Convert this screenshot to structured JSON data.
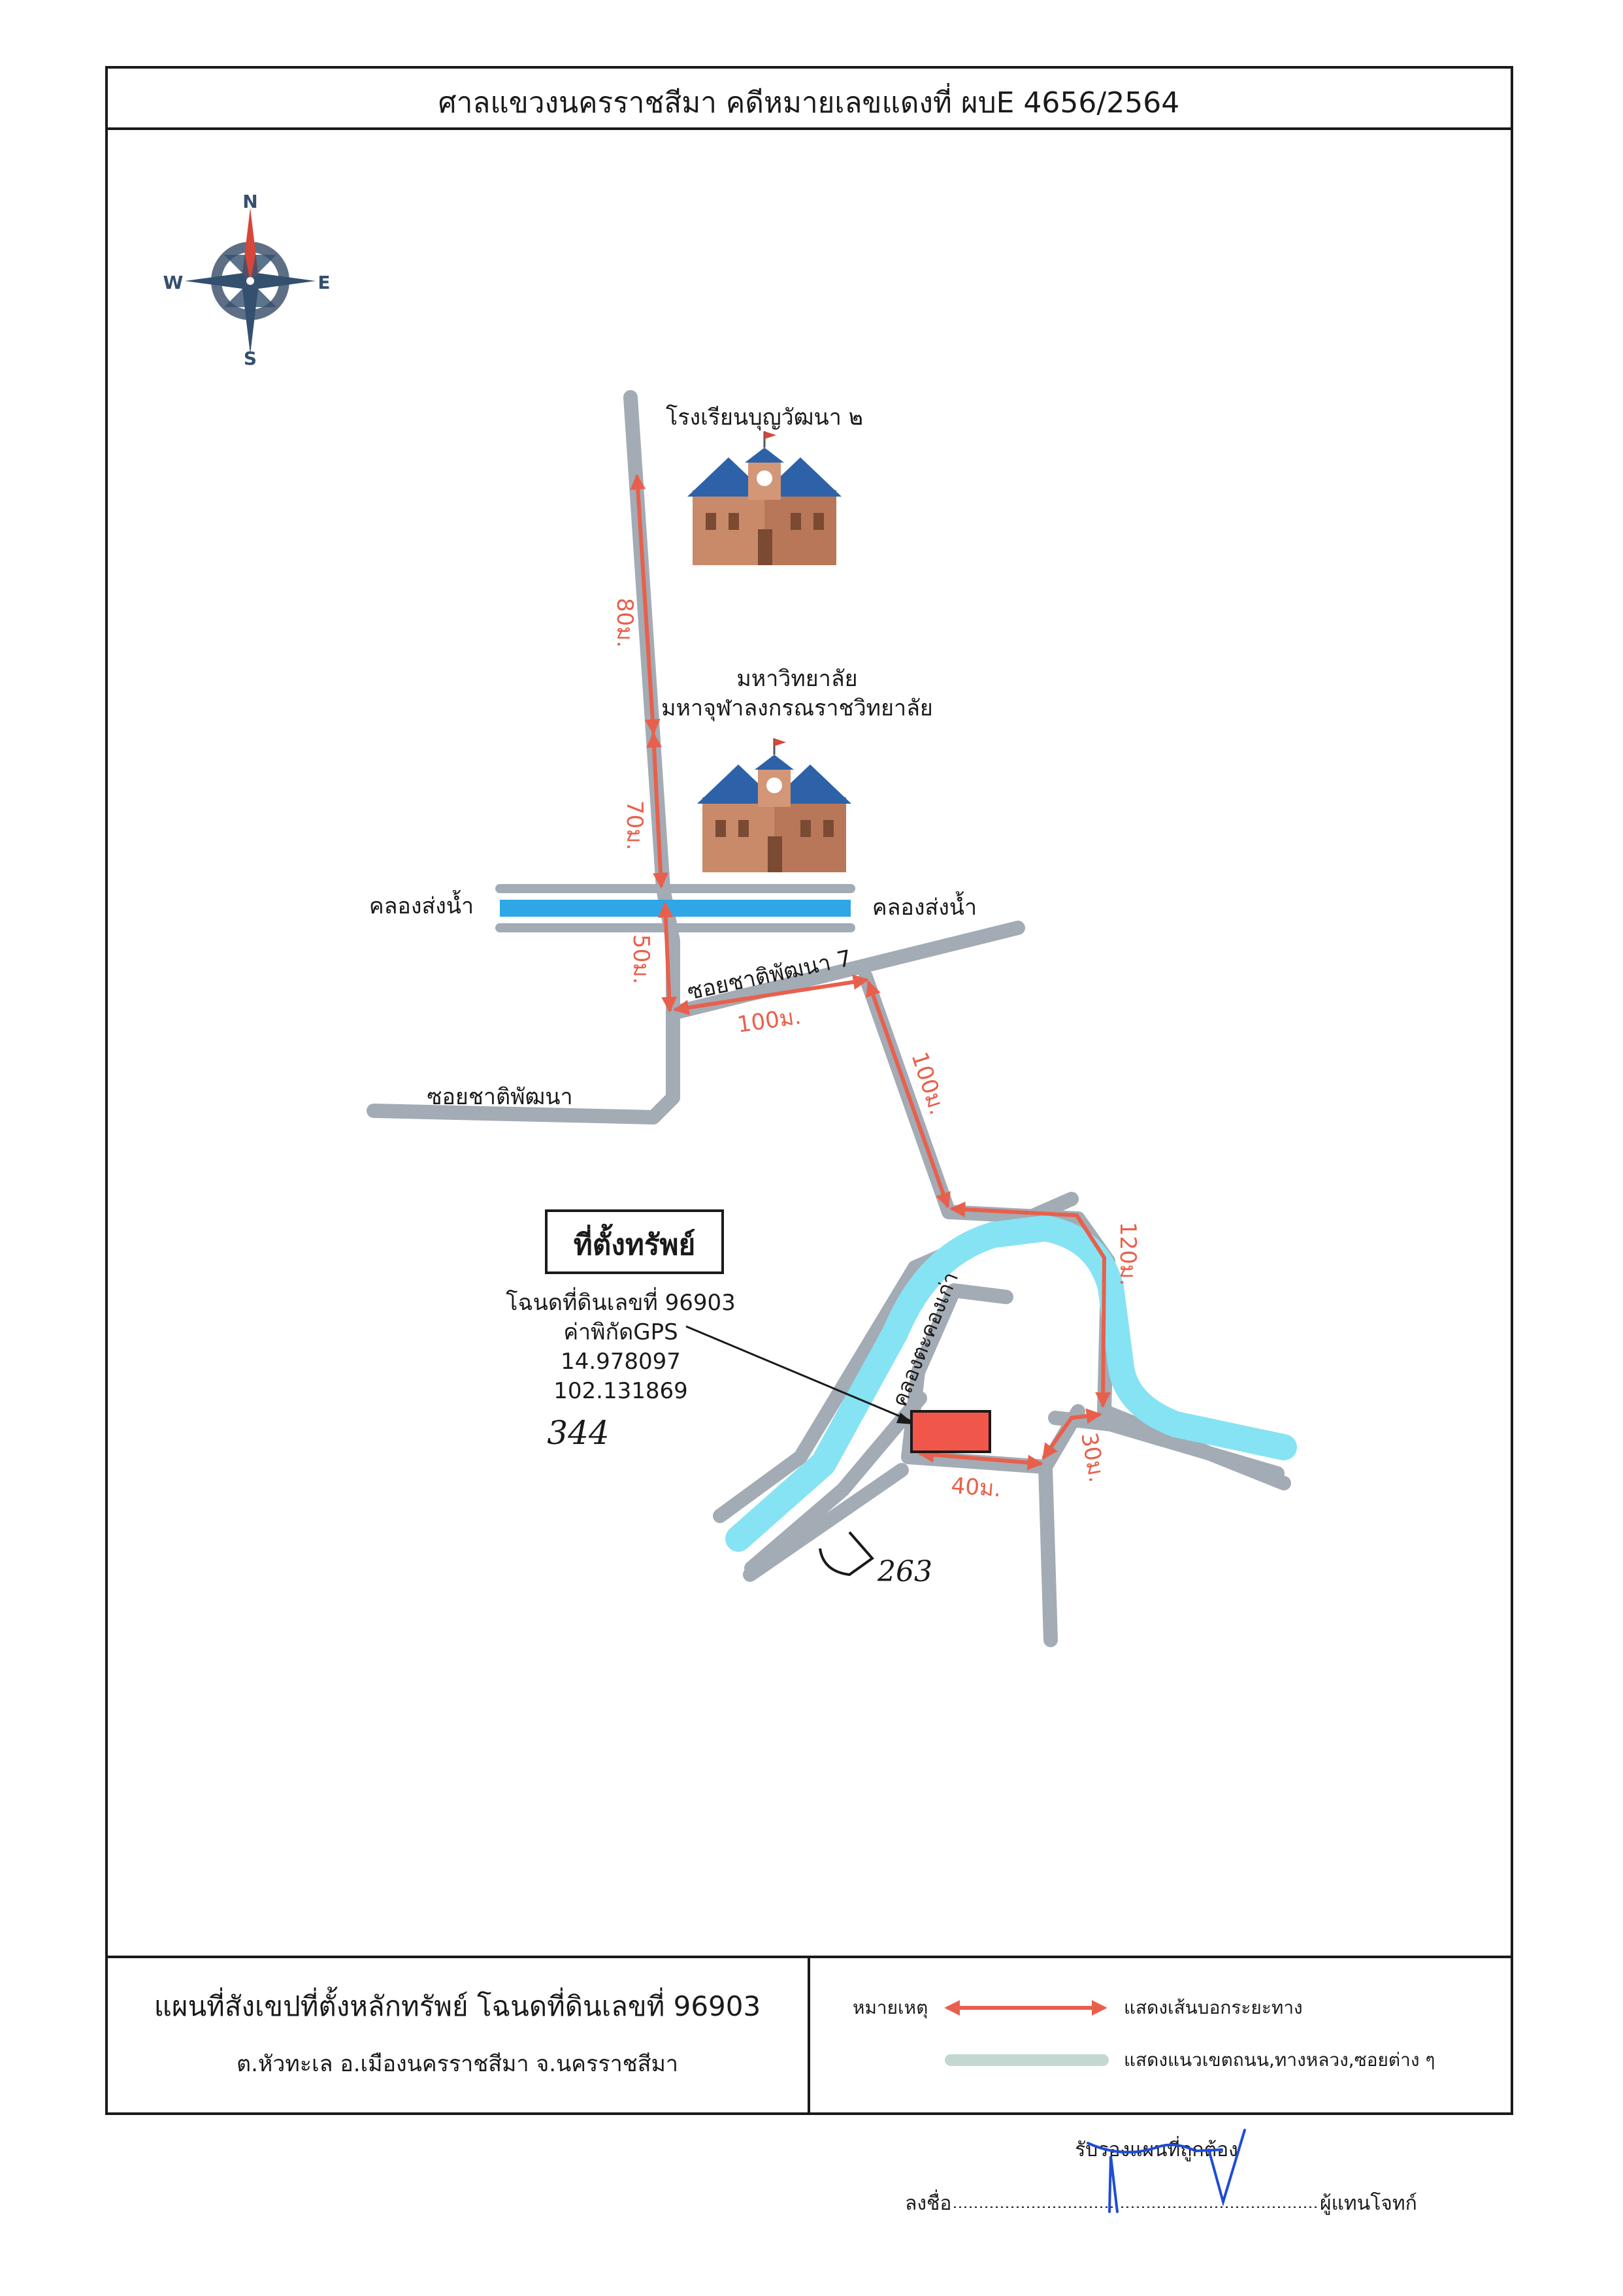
{
  "header": {
    "title": "ศาลแขวงนครราชสีมา คดีหมายเลขแดงที่ ผบE 4656/2564"
  },
  "compass": {
    "north": "N",
    "east": "E",
    "south": "S",
    "west": "W"
  },
  "landmarks": {
    "school_1": "โรงเรียนบุญวัฒนา ๒",
    "university_line1": "มหาวิทยาลัย",
    "university_line2": "มหาจุฬาลงกรณราชวิทยาลัย",
    "canal_left": "คลองส่งน้ำ",
    "canal_right": "คลองส่งน้ำ",
    "soi_7": "ซอยชาติพัฒนา 7",
    "soi_main": "ซอยชาติพัฒนา",
    "old_canal": "คลองตะคองเก่า"
  },
  "distances": {
    "d80": "80ม.",
    "d70": "70ม.",
    "d50": "50ม.",
    "d100_h": "100ม.",
    "d100_v": "100ม.",
    "d120": "120ม.",
    "d30": "30ม.",
    "d40": "40ม."
  },
  "property": {
    "box_label": "ที่ตั้งทรัพย์",
    "deed": "โฉนดที่ดินเลขที่ 96903",
    "gps_label": "ค่าพิกัดGPS",
    "lat": "14.978097",
    "lon": "102.131869",
    "handwritten_1": "344",
    "handwritten_2": "263"
  },
  "footer": {
    "map_title": "แผนที่สังเขปที่ตั้งหลักทรัพย์ โฉนดที่ดินเลขที่ 96903",
    "location": "ต.หัวทะเล  อ.เมืองนครราชสีมา  จ.นครราชสีมา",
    "legend_label": "หมายเหตุ",
    "legend_arrow": "แสดงเส้นบอกระยะทาง",
    "legend_road": "แสดงแนวเขตถนน,ทางหลวง,ซอยต่าง ๆ"
  },
  "signature": {
    "certify": "รับรองแผนที่ถูกต้อง",
    "sign_prefix": "ลงชื่อ",
    "sign_suffix": "ผู้แทนโจทก์"
  },
  "colors": {
    "road": "#a3abb4",
    "road_outline": "#8e96a0",
    "canal_blue": "#2fa6e6",
    "old_canal": "#86e3f3",
    "arrow": "#e8604c",
    "property": "#f0564a",
    "frame": "#1a1a1a"
  }
}
